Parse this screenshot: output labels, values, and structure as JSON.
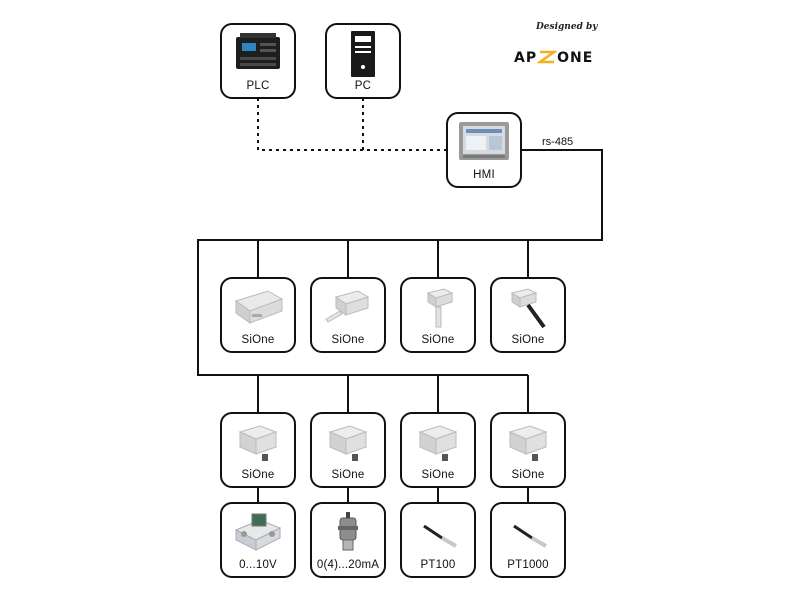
{
  "brand": {
    "designed_by": "Designed by",
    "logo_left": "AP",
    "logo_right": "ONE",
    "accent": "#f2b01e"
  },
  "link_label": "rs-485",
  "devices": {
    "plc": {
      "label": "PLC"
    },
    "pc": {
      "label": "PC"
    },
    "hmi": {
      "label": "HMI"
    }
  },
  "sensors_row": [
    {
      "label": "SiOne"
    },
    {
      "label": "SiOne"
    },
    {
      "label": "SiOne"
    },
    {
      "label": "SiOne"
    }
  ],
  "modules_row": [
    {
      "label": "SiOne"
    },
    {
      "label": "SiOne"
    },
    {
      "label": "SiOne"
    },
    {
      "label": "SiOne"
    }
  ],
  "inputs_row": [
    {
      "label": "0...10V"
    },
    {
      "label": "0(4)...20mA"
    },
    {
      "label": "PT100"
    },
    {
      "label": "PT1000"
    }
  ]
}
